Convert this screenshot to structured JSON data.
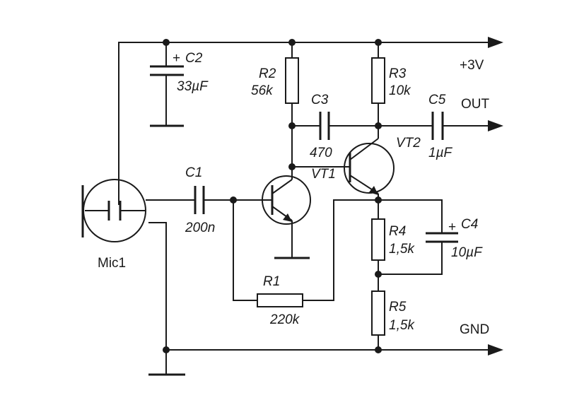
{
  "components": {
    "mic": {
      "ref": "Mic1"
    },
    "c1": {
      "ref": "C1",
      "value": "200n"
    },
    "c2": {
      "ref": "C2",
      "value": "33µF"
    },
    "c3": {
      "ref": "C3",
      "value": "470"
    },
    "c4": {
      "ref": "C4",
      "value": "10µF"
    },
    "c5": {
      "ref": "C5",
      "value": "1µF"
    },
    "r1": {
      "ref": "R1",
      "value": "220k"
    },
    "r2": {
      "ref": "R2",
      "value": "56k"
    },
    "r3": {
      "ref": "R3",
      "value": "10k"
    },
    "r4": {
      "ref": "R4",
      "value": "1,5k"
    },
    "r5": {
      "ref": "R5",
      "value": "1,5k"
    },
    "vt1": {
      "ref": "VT1"
    },
    "vt2": {
      "ref": "VT2"
    }
  },
  "nets": {
    "vcc": "+3V",
    "out": "OUT",
    "gnd": "GND"
  },
  "plus_sign": "+"
}
